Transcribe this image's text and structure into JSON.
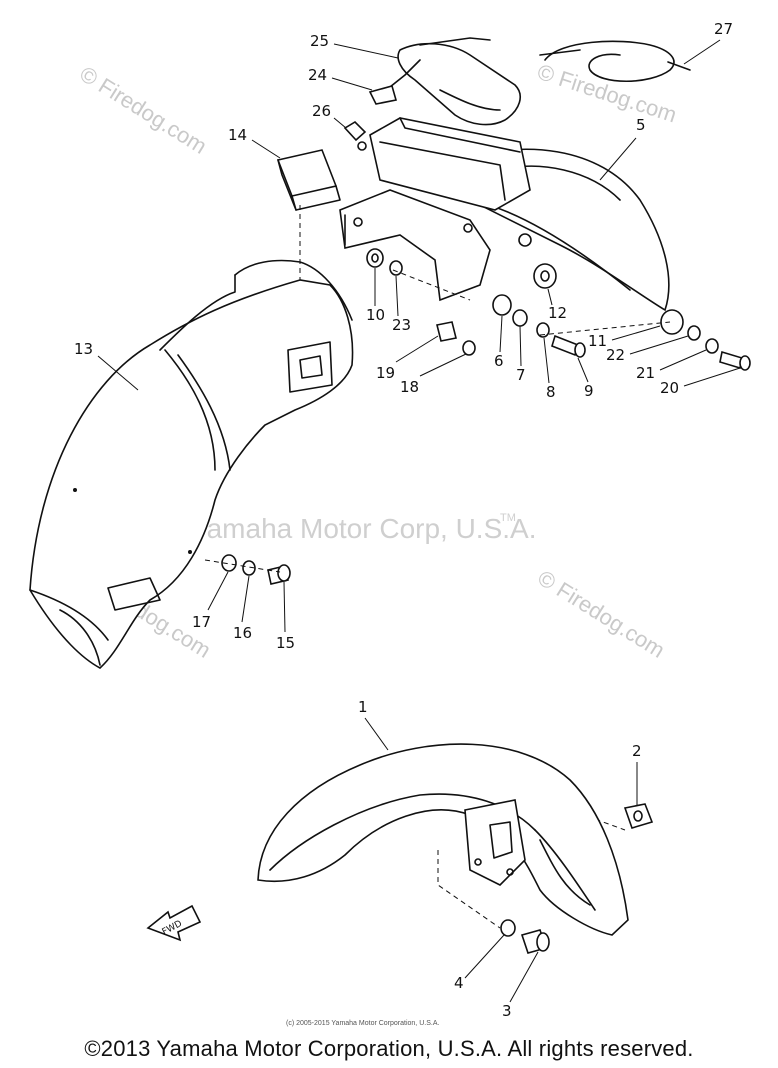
{
  "watermarks": {
    "firedog": "© Firedog.com",
    "center": "Yamaha Motor Corp, U.S.A.",
    "tm": "TM"
  },
  "small_copyright": "(c) 2005-2015 Yamaha Motor Corporation, U.S.A.",
  "footer_copyright": "©2013 Yamaha Motor Corporation, U.S.A. All rights reserved.",
  "fwd_label": "FWD",
  "callouts": [
    "1",
    "2",
    "3",
    "4",
    "5",
    "6",
    "7",
    "8",
    "9",
    "10",
    "11",
    "12",
    "13",
    "14",
    "15",
    "16",
    "17",
    "18",
    "19",
    "20",
    "21",
    "22",
    "23",
    "24",
    "25",
    "26",
    "27"
  ]
}
